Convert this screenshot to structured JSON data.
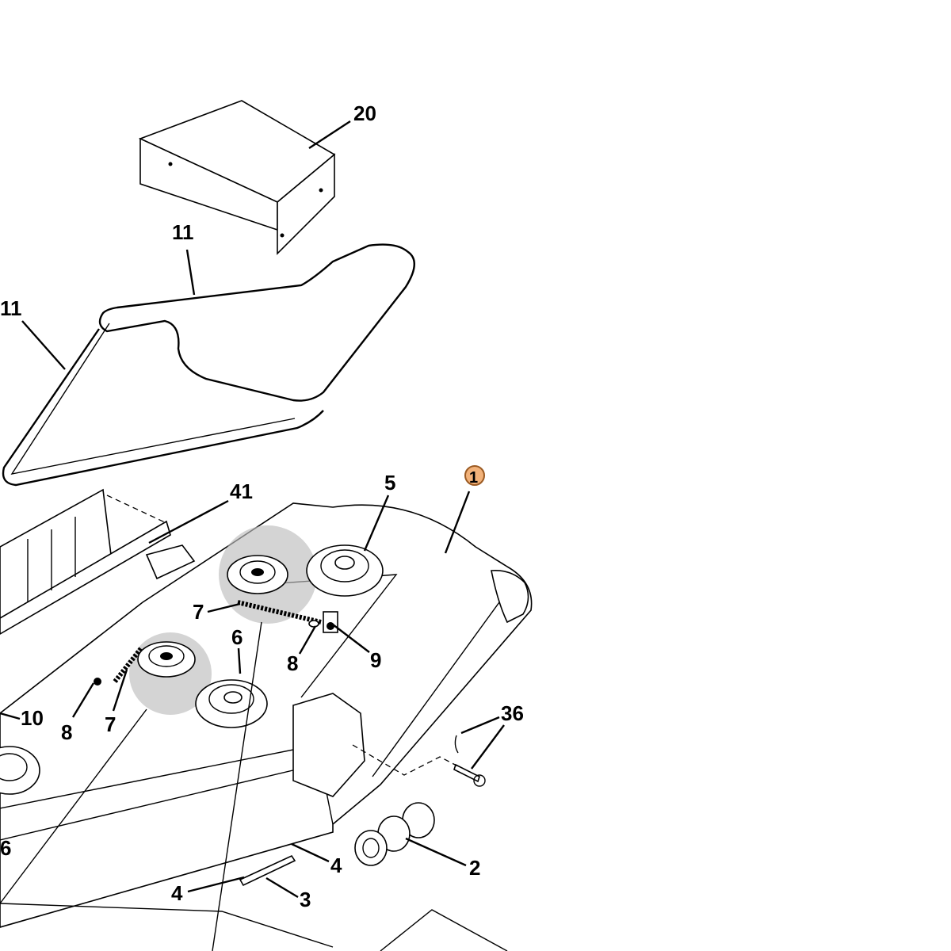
{
  "diagram": {
    "highlight_color": "#f2b27a",
    "callouts": [
      {
        "id": "c20",
        "label": "20"
      },
      {
        "id": "c11a",
        "label": "11"
      },
      {
        "id": "c11b",
        "label": "11"
      },
      {
        "id": "c41",
        "label": "41"
      },
      {
        "id": "c5",
        "label": "5"
      },
      {
        "id": "c1",
        "label": "1",
        "highlighted": true
      },
      {
        "id": "c7a",
        "label": "7"
      },
      {
        "id": "c6a",
        "label": "6"
      },
      {
        "id": "c8a",
        "label": "8"
      },
      {
        "id": "c9",
        "label": "9"
      },
      {
        "id": "c10",
        "label": "10"
      },
      {
        "id": "c8b",
        "label": "8"
      },
      {
        "id": "c7b",
        "label": "7"
      },
      {
        "id": "c36",
        "label": "36"
      },
      {
        "id": "c6b",
        "label": "6"
      },
      {
        "id": "c4a",
        "label": "4"
      },
      {
        "id": "c2",
        "label": "2"
      },
      {
        "id": "c4b",
        "label": "4"
      },
      {
        "id": "c3",
        "label": "3"
      }
    ]
  }
}
